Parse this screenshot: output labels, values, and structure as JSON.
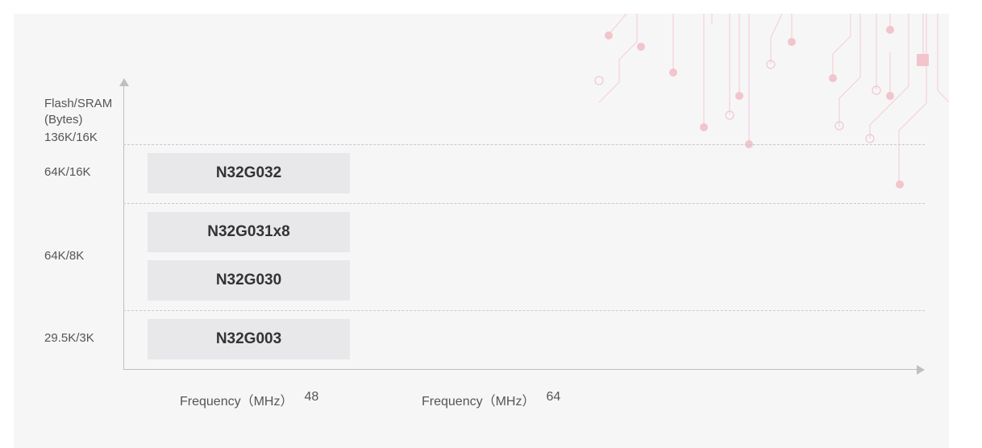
{
  "y_axis": {
    "title_line1": "Flash/SRAM",
    "title_line2": "(Bytes)",
    "levels": [
      "136K/16K",
      "64K/16K",
      "64K/8K",
      "29.5K/3K"
    ]
  },
  "products": [
    {
      "name": "N32G032",
      "memory": "64K/16K"
    },
    {
      "name": "N32G031x8",
      "memory": "64K/8K"
    },
    {
      "name": "N32G030",
      "memory": "64K/8K"
    },
    {
      "name": "N32G003",
      "memory": "29.5K/3K"
    }
  ],
  "x_axis": {
    "labels": [
      {
        "text": "Frequency（MHz）",
        "value": "48"
      },
      {
        "text": "Frequency（MHz）",
        "value": "64"
      }
    ]
  },
  "colors": {
    "panel_bg": "#f6f6f7",
    "chip_bg": "#e8e8ea",
    "axis": "#bfbfc4",
    "circuit": "#f2c4cb"
  }
}
